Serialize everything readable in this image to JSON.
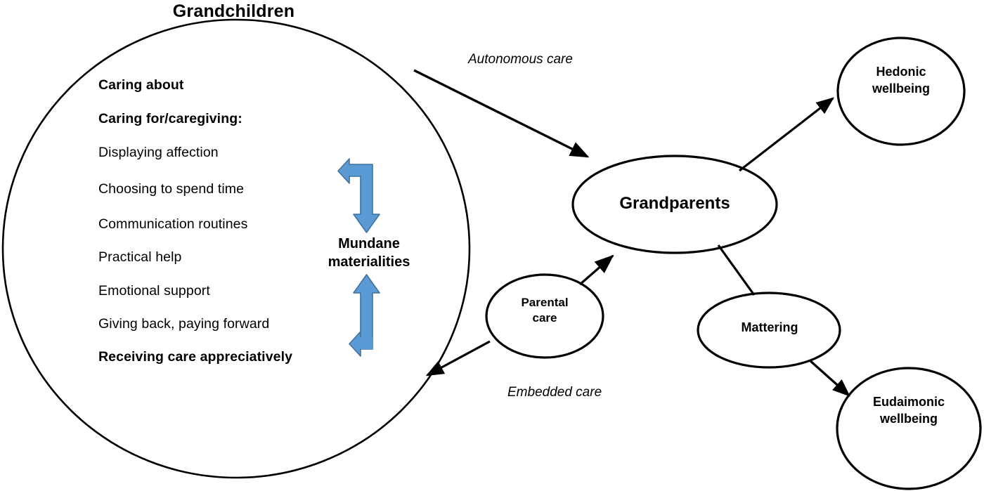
{
  "diagram": {
    "title": "Grandchildren",
    "accent_blue": "#5B9BD5",
    "accent_blue_stroke": "#41719C",
    "stroke_color": "#000000",
    "background": "#FFFFFF"
  },
  "grandchildren_circle": {
    "title": "Grandchildren",
    "items": [
      {
        "text": "Caring about",
        "bold": true
      },
      {
        "text": "Caring for/caregiving:",
        "bold": true
      },
      {
        "text": "Displaying affection",
        "bold": false
      },
      {
        "text": "Choosing to spend time",
        "bold": false
      },
      {
        "text": "Communication routines",
        "bold": false
      },
      {
        "text": "Practical help",
        "bold": false
      },
      {
        "text": "Emotional support",
        "bold": false
      },
      {
        "text": "Giving back, paying forward",
        "bold": false
      },
      {
        "text": "Receiving care appreciatively",
        "bold": true
      }
    ],
    "mundane_label": "Mundane\nmaterialities"
  },
  "nodes": {
    "grandparents": "Grandparents",
    "hedonic": "Hedonic\nwellbeing",
    "eudaimonic": "Eudaimonic\nwellbeing",
    "parental": "Parental\ncare",
    "mattering": "Mattering"
  },
  "edge_labels": {
    "autonomous": "Autonomous care",
    "embedded": "Embedded care"
  },
  "icons": {
    "bent-arrow-down-left": "bent-arrow-down-left-icon",
    "bent-arrow-up-left": "bent-arrow-up-left-icon"
  }
}
